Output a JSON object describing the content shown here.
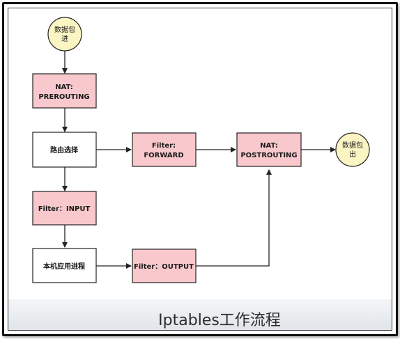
{
  "nodes": {
    "packet_in": {
      "line1": "数据包",
      "line2": "进"
    },
    "nat_prerouting": {
      "line1": "NAT:",
      "line2": "PREROUTING"
    },
    "route_select": {
      "label": "路由选择"
    },
    "filter_forward": {
      "line1": "Filter:",
      "line2": "FORWARD"
    },
    "nat_postrouting": {
      "line1": "NAT:",
      "line2": "POSTROUTING"
    },
    "packet_out": {
      "line1": "数据包",
      "line2": "出"
    },
    "filter_input": {
      "label": "Filter：INPUT"
    },
    "local_process": {
      "label": "本机应用进程"
    },
    "filter_output": {
      "label": "Filter：OUTPUT"
    }
  },
  "caption": "Iptables工作流程",
  "colors": {
    "pink_fill": "#f8c8cc",
    "white_fill": "#ffffff",
    "circle_fill": "#fbf5c4",
    "stroke": "#222222"
  }
}
